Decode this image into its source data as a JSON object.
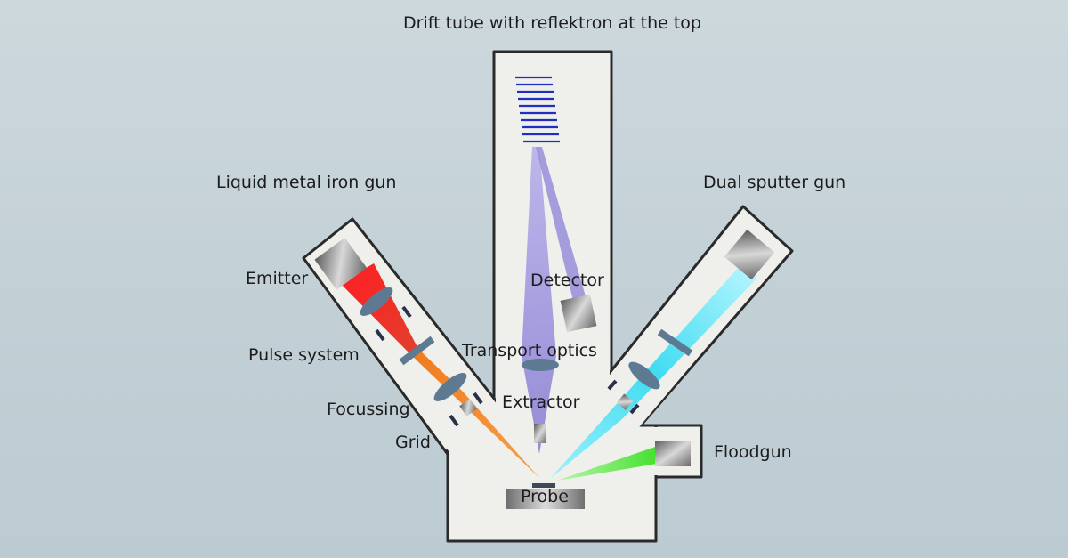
{
  "title": "Drift tube with reflektron at the top",
  "labels": {
    "liquid_metal_gun": "Liquid metal iron gun",
    "dual_sputter_gun": "Dual sputter gun",
    "emitter": "Emitter",
    "pulse_system": "Pulse system",
    "focussing": "Focussing",
    "grid": "Grid",
    "detector": "Detector",
    "transport_optics": "Transport optics",
    "extractor": "Extractor",
    "floodgun": "Floodgun",
    "probe": "Probe"
  },
  "colors": {
    "background": "#c5d2d8",
    "housing": "#efefeb",
    "housing_stroke": "#2b2b2b",
    "reflectron": "#1f2fbf",
    "ion_beam_red": "#e8232b",
    "ion_beam_orange": "#ee7b1e",
    "sputter_beam": "#43dcf0",
    "flood_beam": "#5fe63c",
    "secondary_ions": "#8f86d6",
    "optics": "#5e7a92"
  }
}
